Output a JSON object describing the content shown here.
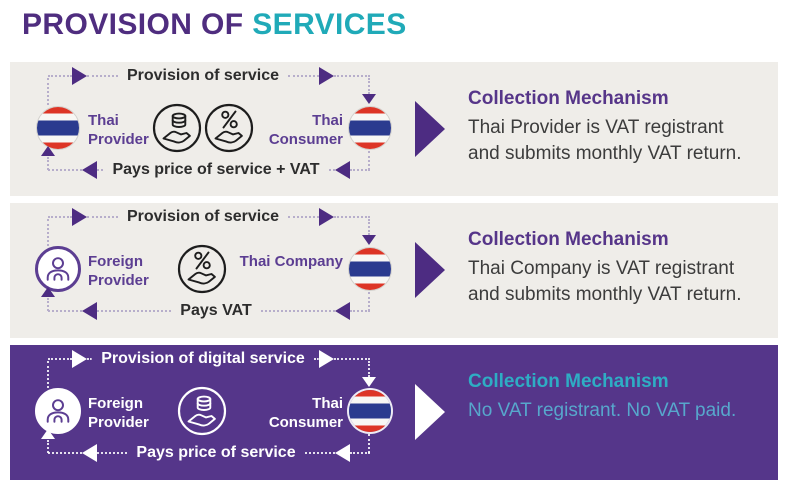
{
  "title": {
    "prefix": "PROVISION OF",
    "highlight": "SERVICES"
  },
  "colors": {
    "title_purple": "#4f2d7f",
    "accent_teal": "#20aab8",
    "panel_light_bg": "#efede9",
    "panel_purple_bg": "#55368a",
    "arrow_purple": "#4d2c82",
    "label_purple": "#5c3e92",
    "heading_teal": "#2eadc4",
    "body_dark": "#3c3c3c",
    "body_blue": "#57a7cc",
    "flag_red": "#dd3526",
    "flag_blue": "#2b3b8f"
  },
  "panels": [
    {
      "top_arrow_label": "Provision of service",
      "bottom_arrow_label": "Pays price of service + VAT",
      "left_actor": {
        "label": "Thai Provider",
        "icon": "thai-flag-icon"
      },
      "right_actor": {
        "label": "Thai Consumer",
        "icon": "thai-flag-icon"
      },
      "center_icons": [
        "coins-in-hand-icon",
        "percent-in-hand-icon"
      ],
      "mechanism": {
        "heading": "Collection Mechanism",
        "line1": "Thai Provider is VAT registrant",
        "line2": "and submits monthly VAT return."
      }
    },
    {
      "top_arrow_label": "Provision of service",
      "bottom_arrow_label": "Pays VAT",
      "left_actor": {
        "label": "Foreign Provider",
        "icon": "person-icon"
      },
      "right_actor": {
        "label": "Thai Company",
        "icon": "thai-flag-icon"
      },
      "center_icons": [
        "percent-in-hand-icon"
      ],
      "mechanism": {
        "heading": "Collection Mechanism",
        "line1": "Thai Company is VAT registrant",
        "line2": "and  submits monthly VAT return."
      }
    },
    {
      "top_arrow_label": "Provision of digital service",
      "bottom_arrow_label": "Pays price of service",
      "left_actor": {
        "label": "Foreign Provider",
        "icon": "person-icon"
      },
      "right_actor": {
        "label": "Thai Consumer",
        "icon": "thai-flag-icon"
      },
      "center_icons": [
        "coins-in-hand-icon"
      ],
      "mechanism": {
        "heading": "Collection Mechanism",
        "line1": "No VAT registrant. No VAT paid.",
        "line2": ""
      }
    }
  ]
}
